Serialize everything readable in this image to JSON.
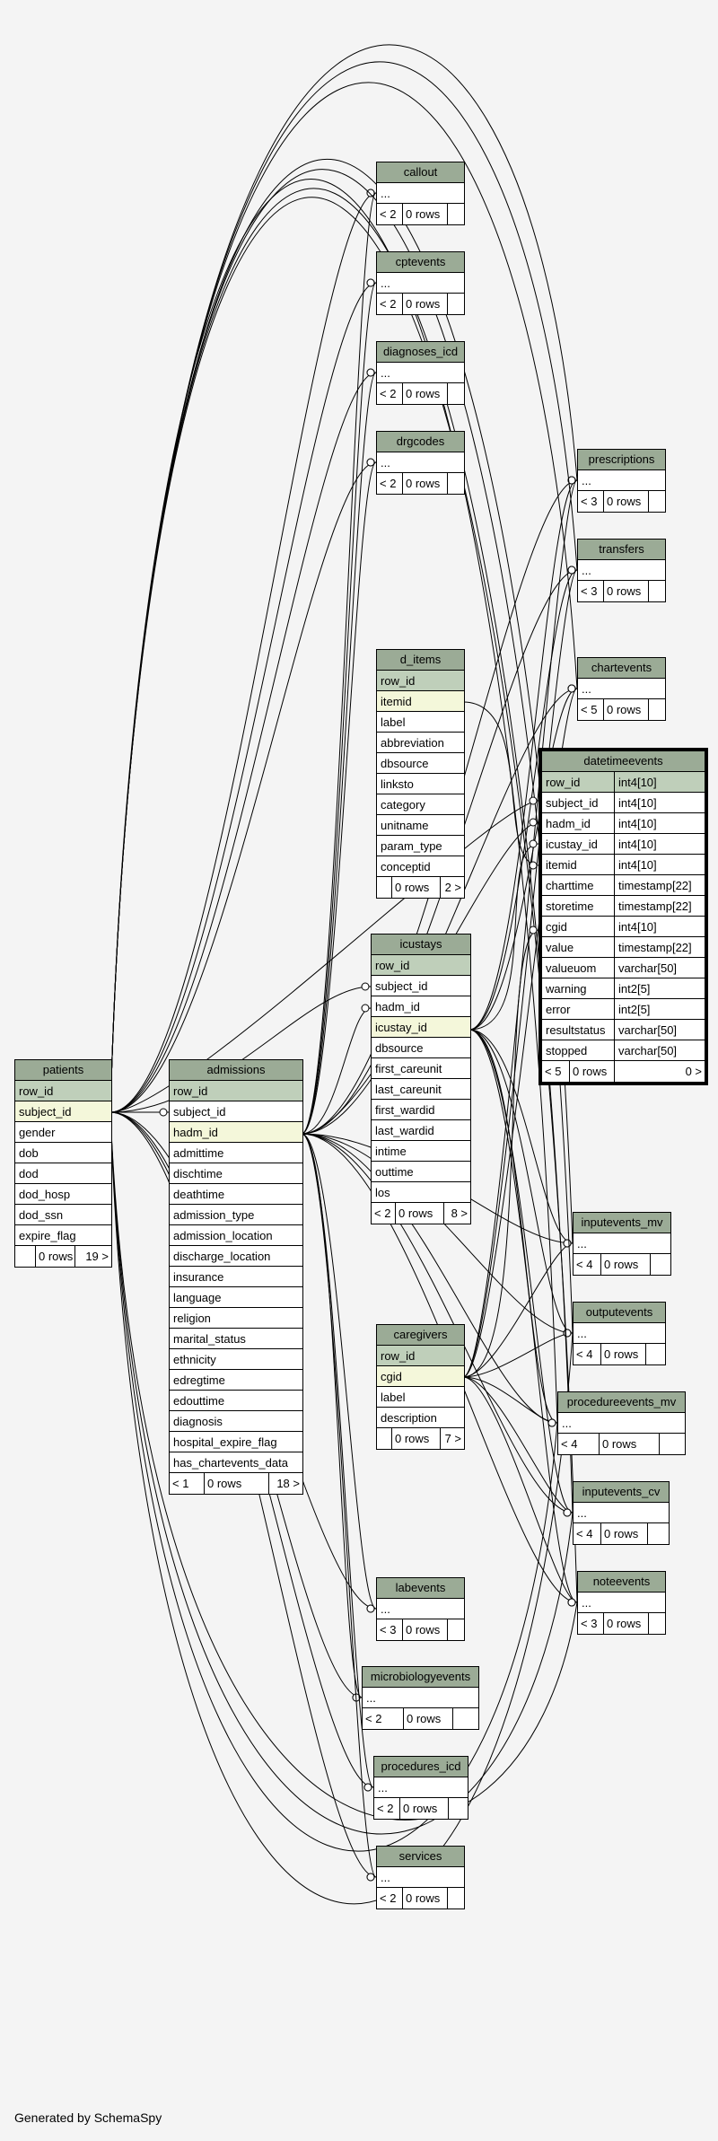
{
  "footer_text": "Generated by SchemaSpy",
  "colors": {
    "header": "#9bab96",
    "primary_key": "#bfcfba",
    "foreign_key": "#f4f7da",
    "background": "#f4f4f4"
  },
  "tables": {
    "callout": {
      "name": "callout",
      "rows": [
        "..."
      ],
      "footer": [
        "< 2",
        "0 rows",
        ""
      ]
    },
    "cptevents": {
      "name": "cptevents",
      "rows": [
        "..."
      ],
      "footer": [
        "< 2",
        "0 rows",
        ""
      ]
    },
    "diagnoses_icd": {
      "name": "diagnoses_icd",
      "rows": [
        "..."
      ],
      "footer": [
        "< 2",
        "0 rows",
        ""
      ]
    },
    "drgcodes": {
      "name": "drgcodes",
      "rows": [
        "..."
      ],
      "footer": [
        "< 2",
        "0 rows",
        ""
      ]
    },
    "prescriptions": {
      "name": "prescriptions",
      "rows": [
        "..."
      ],
      "footer": [
        "< 3",
        "0 rows",
        ""
      ]
    },
    "transfers": {
      "name": "transfers",
      "rows": [
        "..."
      ],
      "footer": [
        "< 3",
        "0 rows",
        ""
      ]
    },
    "chartevents": {
      "name": "chartevents",
      "rows": [
        "..."
      ],
      "footer": [
        "< 5",
        "0 rows",
        ""
      ]
    },
    "d_items": {
      "name": "d_items",
      "rows": [
        "row_id",
        "itemid",
        "label",
        "abbreviation",
        "dbsource",
        "linksto",
        "category",
        "unitname",
        "param_type",
        "conceptid"
      ],
      "footer": [
        "",
        "0 rows",
        "2 >"
      ]
    },
    "datetimeevents": {
      "name": "datetimeevents",
      "rows": [
        "row_id",
        "subject_id",
        "hadm_id",
        "icustay_id",
        "itemid",
        "charttime",
        "storetime",
        "cgid",
        "value",
        "valueuom",
        "warning",
        "error",
        "resultstatus",
        "stopped"
      ],
      "types": [
        "int4[10]",
        "int4[10]",
        "int4[10]",
        "int4[10]",
        "int4[10]",
        "timestamp[22]",
        "timestamp[22]",
        "int4[10]",
        "timestamp[22]",
        "varchar[50]",
        "int2[5]",
        "int2[5]",
        "varchar[50]",
        "varchar[50]"
      ],
      "footer": [
        "< 5",
        "0 rows",
        "0 >"
      ]
    },
    "icustays": {
      "name": "icustays",
      "rows": [
        "row_id",
        "subject_id",
        "hadm_id",
        "icustay_id",
        "dbsource",
        "first_careunit",
        "last_careunit",
        "first_wardid",
        "last_wardid",
        "intime",
        "outtime",
        "los"
      ],
      "footer": [
        "< 2",
        "0 rows",
        "8 >"
      ]
    },
    "patients": {
      "name": "patients",
      "rows": [
        "row_id",
        "subject_id",
        "gender",
        "dob",
        "dod",
        "dod_hosp",
        "dod_ssn",
        "expire_flag"
      ],
      "footer": [
        "",
        "0 rows",
        "19 >"
      ]
    },
    "admissions": {
      "name": "admissions",
      "rows": [
        "row_id",
        "subject_id",
        "hadm_id",
        "admittime",
        "dischtime",
        "deathtime",
        "admission_type",
        "admission_location",
        "discharge_location",
        "insurance",
        "language",
        "religion",
        "marital_status",
        "ethnicity",
        "edregtime",
        "edouttime",
        "diagnosis",
        "hospital_expire_flag",
        "has_chartevents_data"
      ],
      "footer": [
        "< 1",
        "0 rows",
        "18 >"
      ]
    },
    "inputevents_mv": {
      "name": "inputevents_mv",
      "rows": [
        "..."
      ],
      "footer": [
        "< 4",
        "0 rows",
        ""
      ]
    },
    "outputevents": {
      "name": "outputevents",
      "rows": [
        "..."
      ],
      "footer": [
        "< 4",
        "0 rows",
        ""
      ]
    },
    "caregivers": {
      "name": "caregivers",
      "rows": [
        "row_id",
        "cgid",
        "label",
        "description"
      ],
      "footer": [
        "",
        "0 rows",
        "7 >"
      ]
    },
    "procedureevents_mv": {
      "name": "procedureevents_mv",
      "rows": [
        "..."
      ],
      "footer": [
        "< 4",
        "0 rows",
        ""
      ]
    },
    "inputevents_cv": {
      "name": "inputevents_cv",
      "rows": [
        "..."
      ],
      "footer": [
        "< 4",
        "0 rows",
        ""
      ]
    },
    "noteevents": {
      "name": "noteevents",
      "rows": [
        "..."
      ],
      "footer": [
        "< 3",
        "0 rows",
        ""
      ]
    },
    "labevents": {
      "name": "labevents",
      "rows": [
        "..."
      ],
      "footer": [
        "< 3",
        "0 rows",
        ""
      ]
    },
    "microbiologyevents": {
      "name": "microbiologyevents",
      "rows": [
        "..."
      ],
      "footer": [
        "< 2",
        "0 rows",
        ""
      ]
    },
    "procedures_icd": {
      "name": "procedures_icd",
      "rows": [
        "..."
      ],
      "footer": [
        "< 2",
        "0 rows",
        ""
      ]
    },
    "services": {
      "name": "services",
      "rows": [
        "..."
      ],
      "footer": [
        "< 2",
        "0 rows",
        ""
      ]
    }
  }
}
